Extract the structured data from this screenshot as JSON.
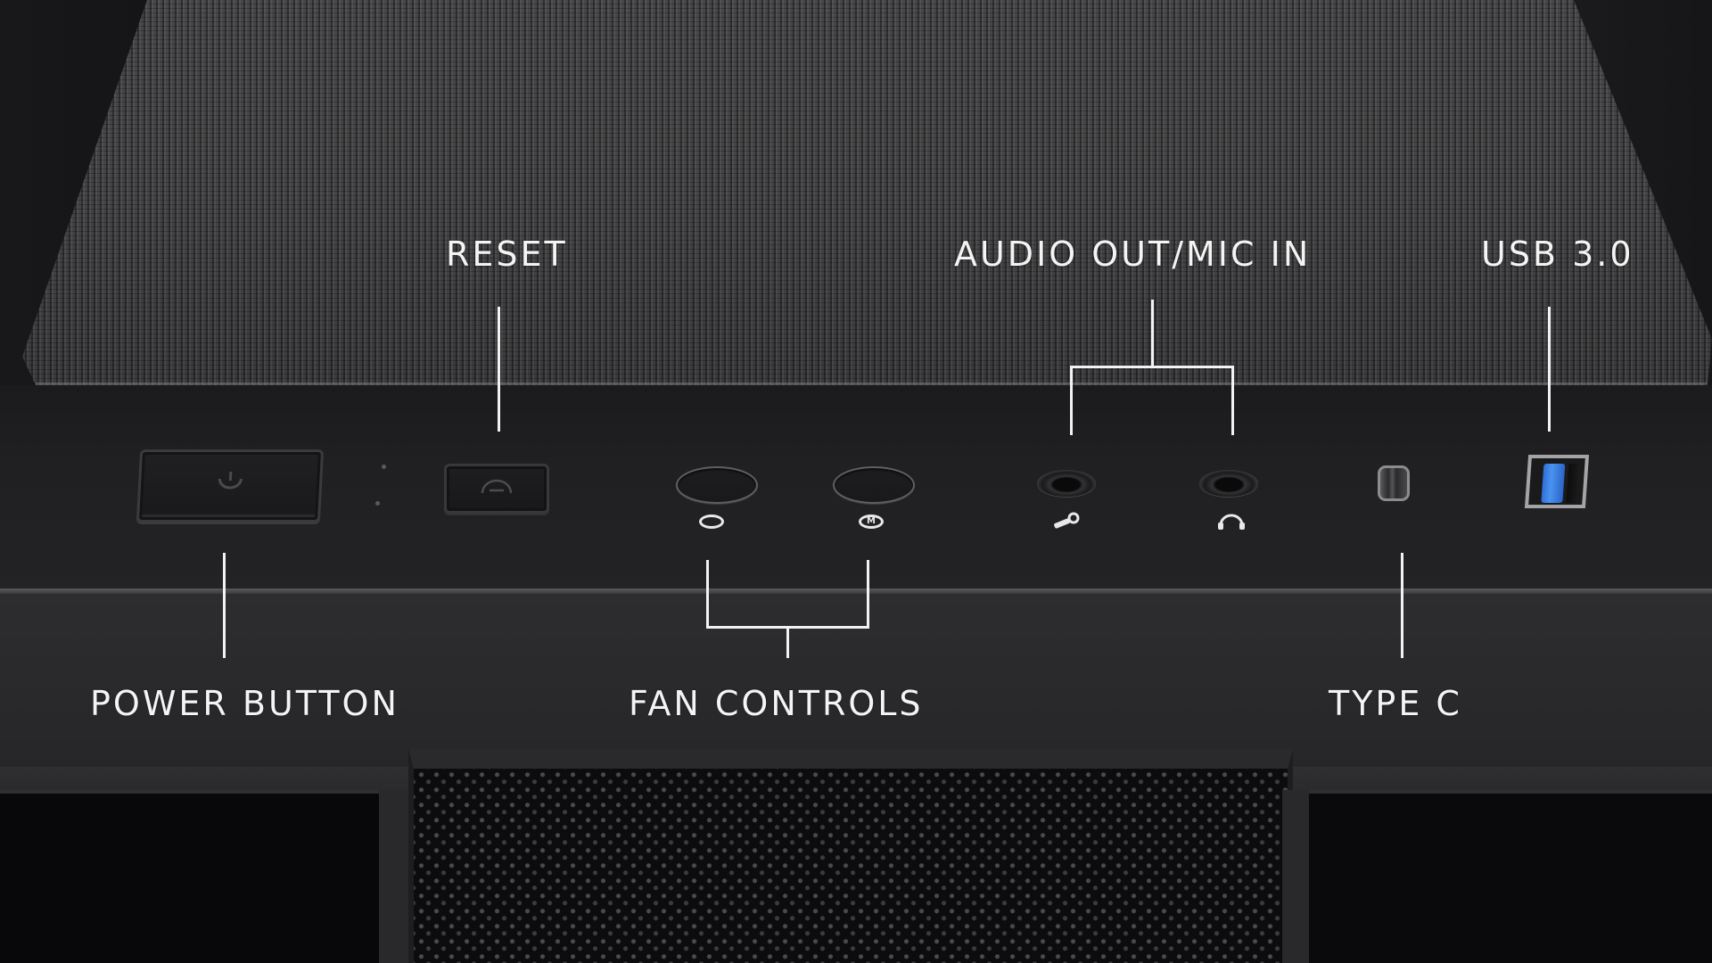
{
  "scene": {
    "subject": "PC case front I/O panel",
    "colors": {
      "label_text": "#f4f4f4",
      "leader_lines": "#f2f2f2",
      "case_body": "#202022",
      "mesh_panel": "#444446",
      "usb_tongue_blue": "#3a7fe6"
    }
  },
  "callouts": {
    "reset": {
      "label": "RESET"
    },
    "audio": {
      "label": "AUDIO OUT/MIC IN"
    },
    "usb": {
      "label": "USB 3.0"
    },
    "power": {
      "label": "POWER BUTTON"
    },
    "fan": {
      "label": "FAN CONTROLS"
    },
    "typec": {
      "label": "TYPE C"
    }
  },
  "controls": {
    "power_button": {
      "icon": "power-icon"
    },
    "reset_button": {
      "icon": "reset-icon"
    },
    "fan_buttons": [
      {
        "glyph": "",
        "icon": "fan-cycle-icon"
      },
      {
        "glyph": "M",
        "icon": "fan-mode-icon"
      }
    ],
    "audio_jacks": [
      {
        "icon": "microphone-icon"
      },
      {
        "icon": "headphones-icon"
      }
    ],
    "ports": [
      {
        "type": "USB-C",
        "icon": "usb-c-port"
      },
      {
        "type": "USB 3.0",
        "icon": "usb-a-port"
      }
    ]
  }
}
